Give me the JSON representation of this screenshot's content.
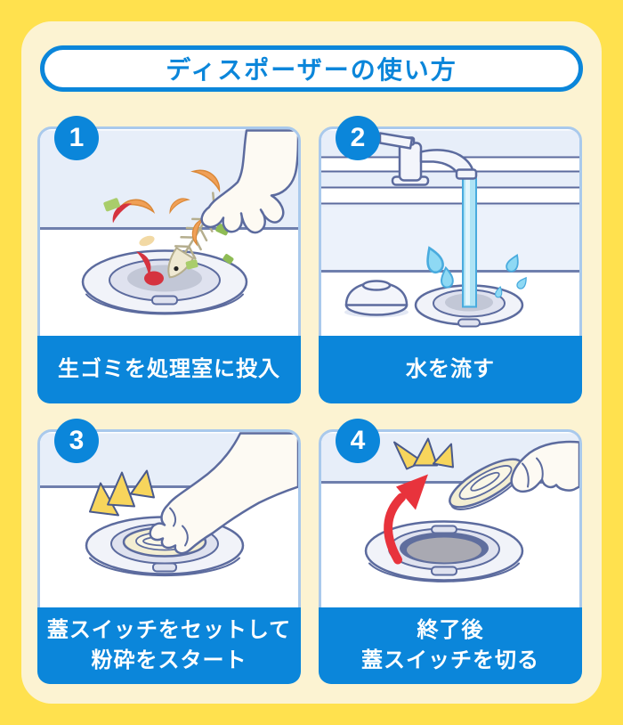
{
  "title": "ディスポーザーの使い方",
  "steps": [
    {
      "number": "1",
      "caption_lines": [
        "生ゴミを処理室に投入"
      ],
      "illustration": "hand-dropping-food-waste-into-disposer-drain"
    },
    {
      "number": "2",
      "caption_lines": [
        "水を流す"
      ],
      "illustration": "faucet-running-water-into-disposer-drain"
    },
    {
      "number": "3",
      "caption_lines": [
        "蓋スイッチをセットして",
        "粉砕をスタート"
      ],
      "illustration": "hand-pressing-lid-switch-into-drain"
    },
    {
      "number": "4",
      "caption_lines": [
        "終了後",
        "蓋スイッチを切る"
      ],
      "illustration": "hand-lifting-lid-switch-off-drain"
    }
  ],
  "colors": {
    "outer-bg": "#FFE14E",
    "sheet-bg": "#FCF3D2",
    "accent-blue": "#0B86DA",
    "panel-border": "#A9C9EC",
    "caption-text": "#FFFFFF",
    "illustration-sky": "#E7EEF9",
    "outline-navy": "#5C6B9E",
    "divider-navy": "#6F7FAD",
    "water-blue": "#AEE3F5",
    "arrow-red": "#E8333C",
    "spark-yellow": "#F7D55C",
    "lid-cream": "#F3EED2",
    "hole-gray": "#C2C7D6"
  }
}
